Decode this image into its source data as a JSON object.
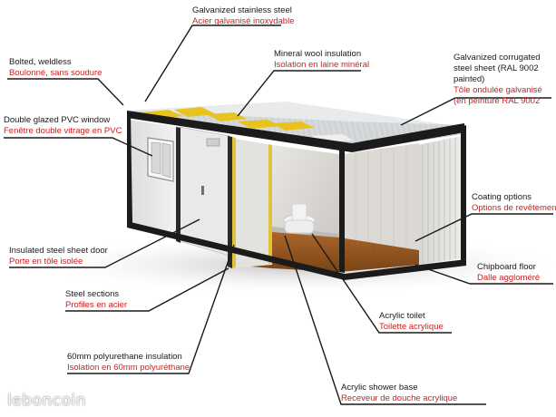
{
  "labels": {
    "galvanized_steel": {
      "en": "Galvanized stainless steel",
      "fr": "Acier galvanisé inoxydable"
    },
    "bolted": {
      "en": "Bolted, weldless",
      "fr": "Boulonné, sans soudure"
    },
    "mineral_wool": {
      "en": "Mineral wool insulation",
      "fr": "Isolation en laine minéral"
    },
    "corrugated": {
      "en": "Galvanized corrugated steel sheet (RAL 9002 painted)",
      "fr": "Tôle ondulée galvanisé (en peinture RAL 9002"
    },
    "pvc_window": {
      "en": "Double glazed PVC window",
      "fr": "Fenêtre double vitrage en PVC"
    },
    "coating": {
      "en": "Coating options",
      "fr": "Options de revêtement"
    },
    "insulated_door": {
      "en": "Insulated steel sheet door",
      "fr": "Porte en tôle isolée"
    },
    "chipboard": {
      "en": "Chipboard floor",
      "fr": "Dalle aggloméré"
    },
    "steel_sections": {
      "en": "Steel sections",
      "fr": "Profiles en acier"
    },
    "toilet": {
      "en": "Acrylic toilet",
      "fr": "Toilette acrylique"
    },
    "polyurethane": {
      "en": "60mm polyurethane insulation",
      "fr": "Isolation en 60mm polyuréthane"
    },
    "shower": {
      "en": "Acrylic shower base",
      "fr": "Receveur de douche acrylique"
    }
  },
  "watermark": "leboncoin"
}
